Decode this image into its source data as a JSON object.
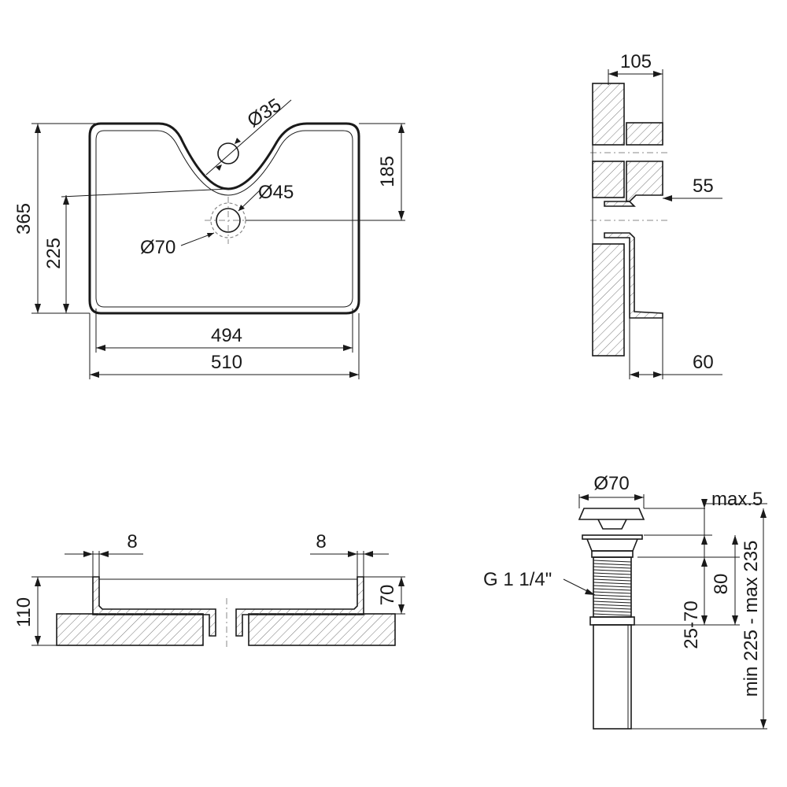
{
  "top_view": {
    "dim_overall_depth": "365",
    "dim_hole_offset": "225",
    "dim_tap_offset": "185",
    "dim_inner_width": "494",
    "dim_outer_width": "510",
    "tap_hole": "Ø35",
    "drain_hole": "Ø45",
    "drain_outer": "Ø70"
  },
  "side_view": {
    "dim_top": "105",
    "dim_mid": "55",
    "dim_bottom": "60"
  },
  "section_view": {
    "dim_left_wall": "8",
    "dim_right_wall": "8",
    "dim_height_total": "110",
    "dim_height_inner": "70"
  },
  "drain_view": {
    "dim_diameter": "Ø70",
    "dim_max": "max.5",
    "dim_thread": "G 1 1/4\"",
    "dim_thread_len": "80",
    "dim_adjust": "25-70",
    "dim_total": "min 225 - max 235"
  }
}
